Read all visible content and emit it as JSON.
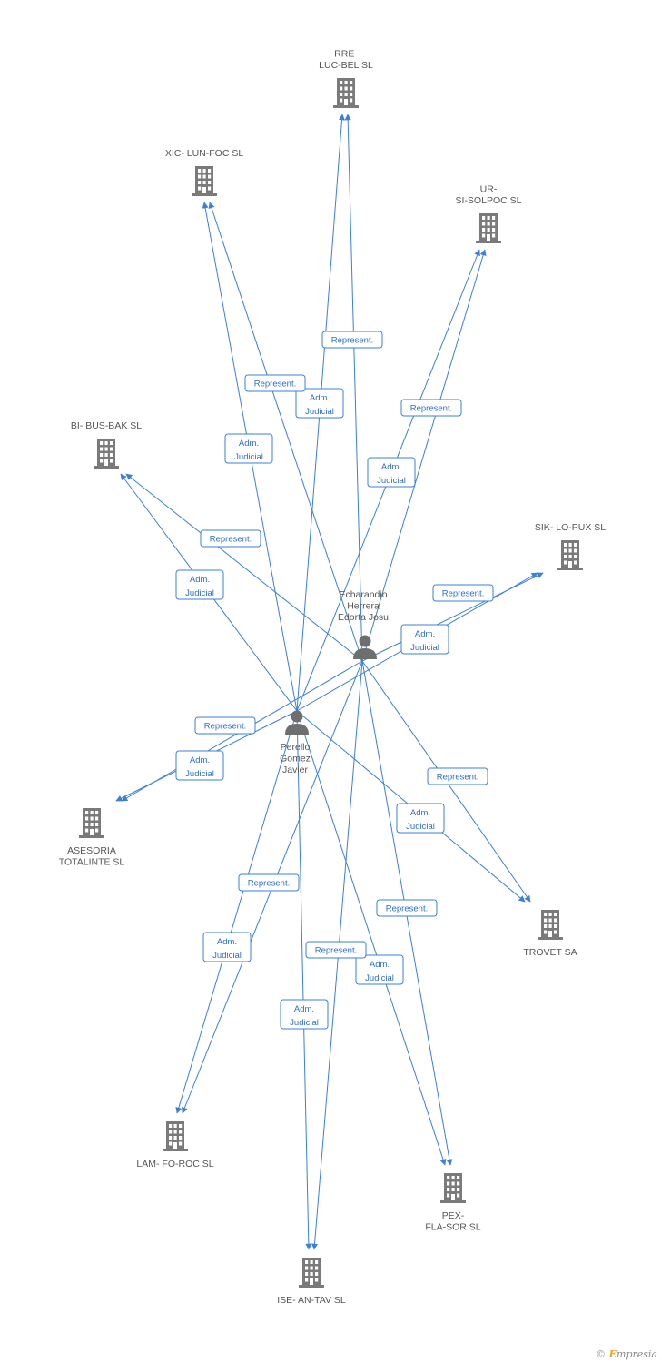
{
  "colors": {
    "edge": "#3a7fd8",
    "node": "#777777",
    "label": "#555555"
  },
  "people": [
    {
      "id": "p1",
      "label": [
        "Echarandio",
        "Herrera",
        "Edorta Josu"
      ],
      "icon": "person-icon"
    },
    {
      "id": "p2",
      "label": [
        "Perello",
        "Gomez",
        "Javier"
      ],
      "icon": "person-icon"
    }
  ],
  "companies": [
    {
      "id": "rre",
      "label": [
        "RRE-",
        "LUC-BEL SL"
      ],
      "icon": "building-icon"
    },
    {
      "id": "xic",
      "label": [
        "XIC- LUN-FOC SL"
      ],
      "icon": "building-icon"
    },
    {
      "id": "ur",
      "label": [
        "UR-",
        "SI-SOLPOC SL"
      ],
      "icon": "building-icon"
    },
    {
      "id": "bi",
      "label": [
        "BI- BUS-BAK SL"
      ],
      "icon": "building-icon"
    },
    {
      "id": "sik",
      "label": [
        "SIK- LO-PUX SL"
      ],
      "icon": "building-icon"
    },
    {
      "id": "ase",
      "label": [
        "ASESORIA",
        "TOTALINTE SL"
      ],
      "icon": "building-icon"
    },
    {
      "id": "tro",
      "label": [
        "TROVET SA"
      ],
      "icon": "building-icon"
    },
    {
      "id": "lam",
      "label": [
        "LAM- FO-ROC SL"
      ],
      "icon": "building-icon"
    },
    {
      "id": "pex",
      "label": [
        "PEX-",
        "FLA-SOR SL"
      ],
      "icon": "building-icon"
    },
    {
      "id": "ise",
      "label": [
        "ISE- AN-TAV SL"
      ],
      "icon": "building-icon"
    }
  ],
  "edges": [
    {
      "from": "p1",
      "to": "rre",
      "label": [
        "Represent."
      ]
    },
    {
      "from": "p2",
      "to": "rre",
      "label": [
        "Adm.",
        "Judicial"
      ]
    },
    {
      "from": "p1",
      "to": "xic",
      "label": [
        "Represent."
      ]
    },
    {
      "from": "p2",
      "to": "xic",
      "label": [
        "Adm.",
        "Judicial"
      ]
    },
    {
      "from": "p1",
      "to": "ur",
      "label": [
        "Represent."
      ]
    },
    {
      "from": "p2",
      "to": "ur",
      "label": [
        "Adm.",
        "Judicial"
      ]
    },
    {
      "from": "p1",
      "to": "bi",
      "label": [
        "Represent."
      ]
    },
    {
      "from": "p2",
      "to": "bi",
      "label": [
        "Adm.",
        "Judicial"
      ]
    },
    {
      "from": "p1",
      "to": "sik",
      "label": [
        "Represent."
      ]
    },
    {
      "from": "p2",
      "to": "sik",
      "label": [
        "Adm.",
        "Judicial"
      ]
    },
    {
      "from": "p1",
      "to": "ase",
      "label": [
        "Represent."
      ]
    },
    {
      "from": "p2",
      "to": "ase",
      "label": [
        "Adm.",
        "Judicial"
      ]
    },
    {
      "from": "p1",
      "to": "tro",
      "label": [
        "Represent."
      ]
    },
    {
      "from": "p2",
      "to": "tro",
      "label": [
        "Adm.",
        "Judicial"
      ]
    },
    {
      "from": "p2",
      "to": "lam",
      "label": [
        "Represent."
      ]
    },
    {
      "from": "p1",
      "to": "lam",
      "label": [
        "Adm.",
        "Judicial"
      ]
    },
    {
      "from": "p2",
      "to": "pex",
      "label": [
        "Represent."
      ]
    },
    {
      "from": "p1",
      "to": "pex",
      "label": [
        "Adm.",
        "Judicial"
      ]
    },
    {
      "from": "p1",
      "to": "ise",
      "label": [
        "Represent."
      ]
    },
    {
      "from": "p2",
      "to": "ise",
      "label": [
        "Adm.",
        "Judicial"
      ]
    }
  ],
  "footer": {
    "copyright": "©",
    "brand_initial": "E",
    "brand_rest": "mpresia"
  }
}
